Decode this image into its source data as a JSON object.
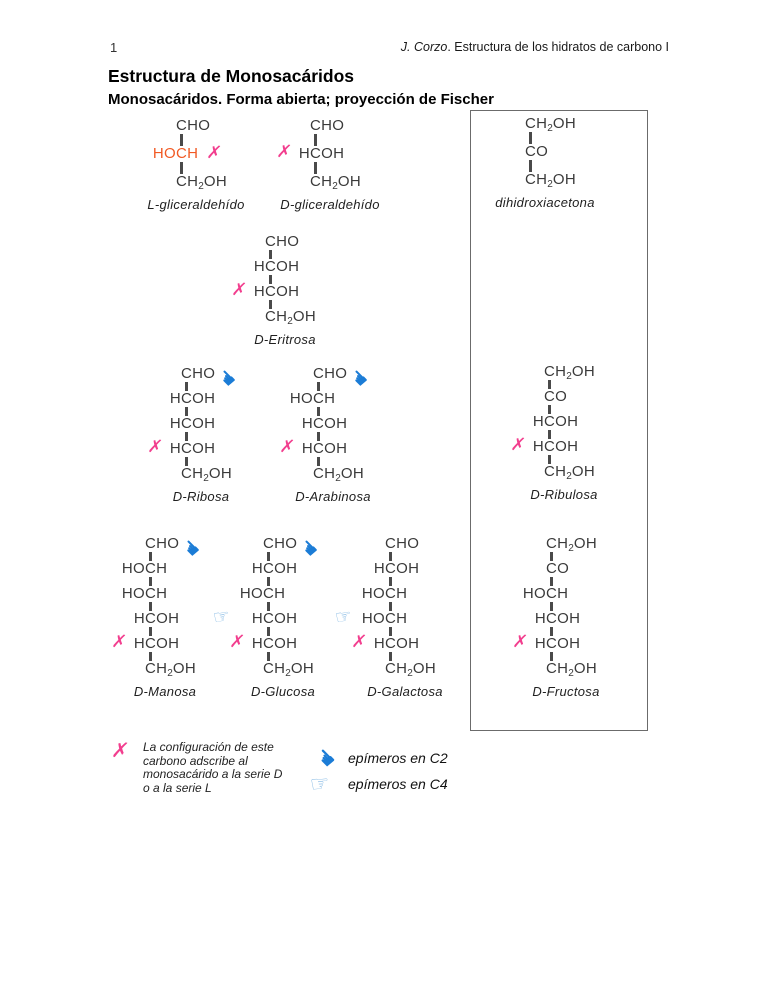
{
  "page": {
    "number": "1",
    "running_author": "J. Corzo",
    "running_rest": ". Estructura de los hidratos de carbono I",
    "title": "Estructura de Monosacáridos",
    "subtitle": "Monosacáridos. Forma abierta; proyección de Fischer"
  },
  "colors": {
    "formula_text": "#3a3a3a",
    "highlight_orange": "#f15a24",
    "series_pink": "#f23e8e",
    "epimer_c2_blue": "#1b7cd6",
    "epimer_c4_lightblue": "#85b9e4"
  },
  "icons": {
    "x_mark": "✗",
    "hand_c2": "☚",
    "hand_c4": "☞"
  },
  "molecules": [
    {
      "label": "L-gliceraldehído",
      "rows": [
        {
          "l": "",
          "r": "CHO"
        },
        {
          "l": "HO",
          "r": "CH",
          "color": "orange",
          "markR": "x"
        },
        {
          "l": "",
          "r": "CH2OH"
        }
      ]
    },
    {
      "label": "D-gliceraldehído",
      "rows": [
        {
          "l": "",
          "r": "CHO"
        },
        {
          "l": "H",
          "r": "COH",
          "markL": "x"
        },
        {
          "l": "",
          "r": "CH2OH"
        }
      ]
    },
    {
      "label": "dihidroxiacetona",
      "rows": [
        {
          "l": "",
          "r": "CH2OH"
        },
        {
          "l": "",
          "r": "CO"
        },
        {
          "l": "",
          "r": "CH2OH"
        }
      ]
    },
    {
      "label": "D-Eritrosa",
      "rows": [
        {
          "l": "",
          "r": "CHO"
        },
        {
          "l": "H",
          "r": "COH"
        },
        {
          "l": "H",
          "r": "COH",
          "markL": "x"
        },
        {
          "l": "",
          "r": "CH2OH"
        }
      ]
    },
    {
      "label": "D-Ribosa",
      "rows": [
        {
          "l": "",
          "r": "CHO",
          "markR": "hand2"
        },
        {
          "l": "H",
          "r": "COH"
        },
        {
          "l": "H",
          "r": "COH"
        },
        {
          "l": "H",
          "r": "COH",
          "markL": "x"
        },
        {
          "l": "",
          "r": "CH2OH"
        }
      ]
    },
    {
      "label": "D-Arabinosa",
      "rows": [
        {
          "l": "",
          "r": "CHO",
          "markR": "hand2"
        },
        {
          "l": "HO",
          "r": "CH"
        },
        {
          "l": "H",
          "r": "COH"
        },
        {
          "l": "H",
          "r": "COH",
          "markL": "x"
        },
        {
          "l": "",
          "r": "CH2OH"
        }
      ]
    },
    {
      "label": "D-Ribulosa",
      "rows": [
        {
          "l": "",
          "r": "CH2OH"
        },
        {
          "l": "",
          "r": "CO"
        },
        {
          "l": "H",
          "r": "COH"
        },
        {
          "l": "H",
          "r": "COH",
          "markL": "x"
        },
        {
          "l": "",
          "r": "CH2OH"
        }
      ]
    },
    {
      "label": "D-Manosa",
      "rows": [
        {
          "l": "",
          "r": "CHO",
          "markR": "hand2"
        },
        {
          "l": "HO",
          "r": "CH"
        },
        {
          "l": "HO",
          "r": "CH"
        },
        {
          "l": "H",
          "r": "COH"
        },
        {
          "l": "H",
          "r": "COH",
          "markL": "x"
        },
        {
          "l": "",
          "r": "CH2OH"
        }
      ]
    },
    {
      "label": "D-Glucosa",
      "rows": [
        {
          "l": "",
          "r": "CHO",
          "markR": "hand2"
        },
        {
          "l": "H",
          "r": "COH"
        },
        {
          "l": "HO",
          "r": "CH"
        },
        {
          "l": "H",
          "r": "COH",
          "markL": "hand4"
        },
        {
          "l": "H",
          "r": "COH",
          "markL": "x"
        },
        {
          "l": "",
          "r": "CH2OH"
        }
      ]
    },
    {
      "label": "D-Galactosa",
      "rows": [
        {
          "l": "",
          "r": "CHO"
        },
        {
          "l": "H",
          "r": "COH"
        },
        {
          "l": "HO",
          "r": "CH"
        },
        {
          "l": "HO",
          "r": "CH",
          "markL": "hand4"
        },
        {
          "l": "H",
          "r": "COH",
          "markL": "x"
        },
        {
          "l": "",
          "r": "CH2OH"
        }
      ]
    },
    {
      "label": "D-Fructosa",
      "rows": [
        {
          "l": "",
          "r": "CH2OH"
        },
        {
          "l": "",
          "r": "CO"
        },
        {
          "l": "HO",
          "r": "CH"
        },
        {
          "l": "H",
          "r": "COH"
        },
        {
          "l": "H",
          "r": "COH",
          "markL": "x"
        },
        {
          "l": "",
          "r": "CH2OH"
        }
      ]
    }
  ],
  "legend": {
    "x_note": "La configuración de este\ncarbono adscribe al\nmonosacárido a la serie D\no a la serie  L",
    "c2": "epímeros en C2",
    "c4": "epímeros en C4"
  }
}
